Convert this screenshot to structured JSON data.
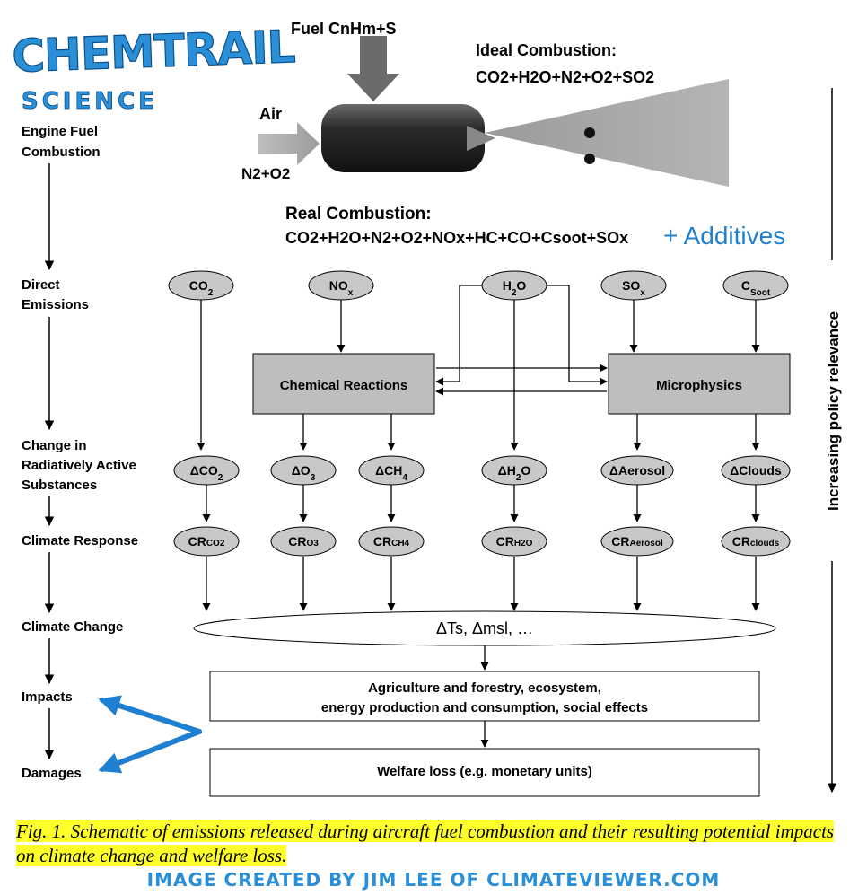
{
  "logo": {
    "title": "CHEMTRAIL",
    "subtitle": "SCIENCE"
  },
  "engine": {
    "fuel": "Fuel CnHm+S",
    "air": "Air",
    "air_mix": "N2+O2",
    "ideal_title": "Ideal Combustion:",
    "ideal_formula": "CO2+H2O+N2+O2+SO2",
    "real_title": "Real Combustion:",
    "real_formula": "CO2+H2O+N2+O2+NOx+HC+CO+Csoot+SOx",
    "additives": "+ Additives"
  },
  "stages": {
    "engine": [
      "Engine Fuel",
      "Combustion"
    ],
    "direct": [
      "Direct",
      "Emissions"
    ],
    "change": [
      "Change in",
      "Radiatively Active",
      "Substances"
    ],
    "response": "Climate Response",
    "climate_change": "Climate Change",
    "impacts": "Impacts",
    "damages": "Damages"
  },
  "emissions": [
    "CO2",
    "NOx",
    "H2O",
    "SOx",
    "CSoot"
  ],
  "processes": {
    "chemical": "Chemical Reactions",
    "micro": "Microphysics"
  },
  "substances": [
    "ΔCO2",
    "ΔO3",
    "ΔCH4",
    "ΔH2O",
    "ΔAerosol",
    "ΔClouds"
  ],
  "responses": [
    "CRCO2",
    "CRO3",
    "CRCH4",
    "CRH2O",
    "CRAerosol",
    "CRclouds"
  ],
  "climate_change": "ΔTs, Δmsl, …",
  "impacts_box": [
    "Agriculture and forestry, ecosystem,",
    "energy production and consumption, social effects"
  ],
  "damages_box": "Welfare loss (e.g. monetary units)",
  "side_label": "Increasing policy relevance",
  "caption": "Fig. 1. Schematic of emissions released during aircraft fuel combustion and their resulting potential impacts on climate change and welfare loss.",
  "credit": "Image created by Jim Lee of ClimateViewer.com",
  "colors": {
    "node_fill": "#c8c8c8",
    "box_fill": "#bebebe",
    "accent_blue": "#1f7fd0",
    "highlight": "#ffff2a"
  }
}
